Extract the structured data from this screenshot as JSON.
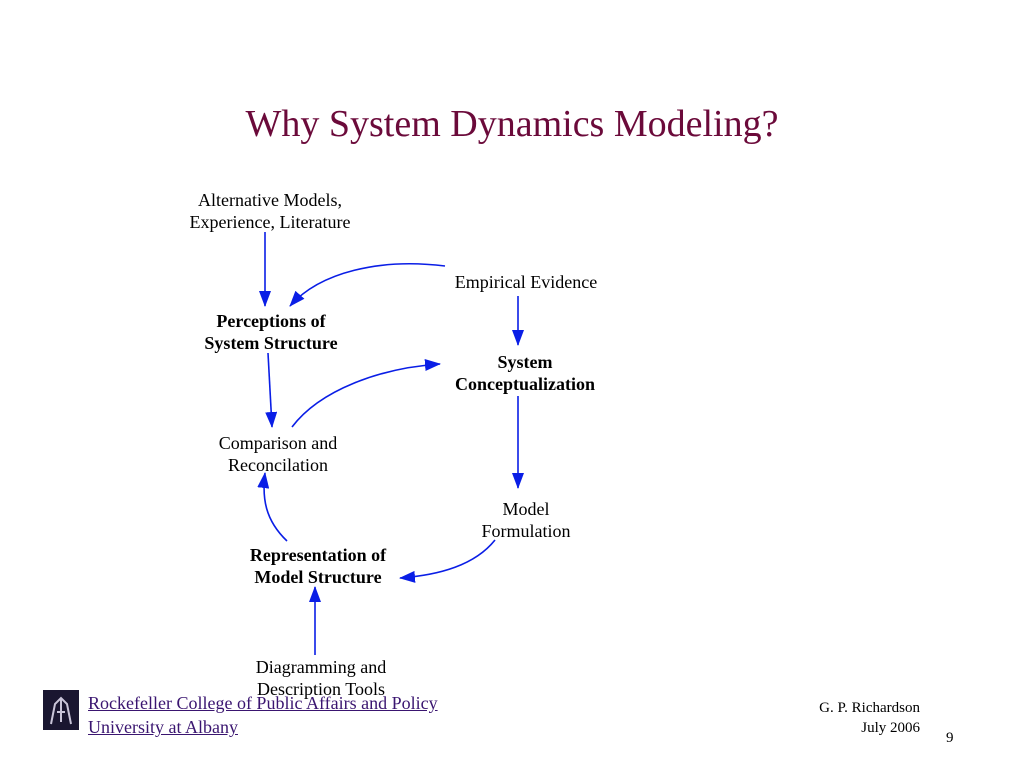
{
  "slide": {
    "title": "Why System Dynamics Modeling?"
  },
  "diagram": {
    "nodes": {
      "alternative_models": [
        "Alternative Models,",
        "Experience, Literature"
      ],
      "empirical_evidence": [
        "Empirical Evidence"
      ],
      "perceptions": [
        "Perceptions of",
        "System Structure"
      ],
      "system_conceptualization": [
        "System",
        "Conceptualization"
      ],
      "comparison": [
        "Comparison and",
        "Reconcilation"
      ],
      "model_formulation": [
        "Model",
        "Formulation"
      ],
      "representation": [
        "Representation of",
        "Model Structure"
      ],
      "diagramming_tools": [
        "Diagramming and",
        "Description Tools"
      ]
    },
    "arrow_color": "#0a1ee6"
  },
  "footer": {
    "institution_line1": "Rockefeller College of Public Affairs and Policy",
    "institution_line2": "University at Albany",
    "author": "G. P. Richardson",
    "date": "July 2006",
    "page_number": "9"
  }
}
